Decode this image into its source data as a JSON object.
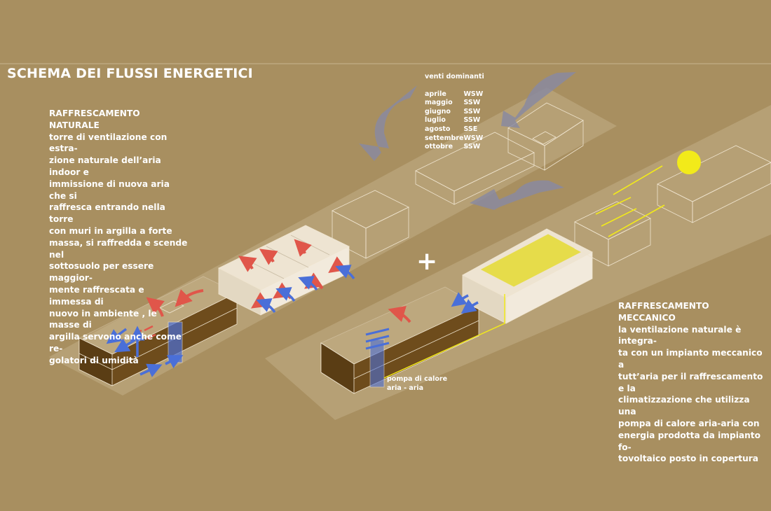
{
  "title": "SCHEMA DEI FLUSSI ENERGETICI",
  "natural": {
    "heading": "RAFFRESCAMENTO NATURALE",
    "lines": [
      "torre di ventilazione con estra-",
      "zione naturale dell’aria indoor e",
      "immissione di nuova aria che si",
      "raffresca entrando nella torre",
      "con  muri in argilla a forte",
      "massa, si raffredda e scende nel",
      "sottosuolo per essere maggior-",
      "mente raffrescata e immessa di",
      "nuovo in ambiente , le masse di",
      "argilla servono anche come re-",
      "golatori di umidità"
    ]
  },
  "mechanical": {
    "heading": "RAFFRESCAMENTO MECCANICO",
    "lines": [
      "la ventilazione naturale è integra-",
      "ta con un impianto meccanico a",
      "tutt’aria per il raffrescamento e la",
      "climatizzazione che utilizza una",
      "pompa di calore aria-aria con",
      "energia prodotta da impianto fo-",
      "tovoltaico posto in copertura"
    ]
  },
  "winds": {
    "heading": "venti dominanti",
    "rows": [
      {
        "month": "aprile",
        "dir": "WSW"
      },
      {
        "month": "maggio",
        "dir": "SSW"
      },
      {
        "month": "giugno",
        "dir": "SSW"
      },
      {
        "month": "luglio",
        "dir": "SSW"
      },
      {
        "month": "agosto",
        "dir": "SSE"
      },
      {
        "month": "settembre",
        "dir": "WSW"
      },
      {
        "month": "ottobre",
        "dir": "SSW"
      }
    ]
  },
  "pump_label": {
    "line1": "pompa di calore",
    "line2": "aria - aria"
  },
  "plus_sign": "+",
  "colors": {
    "background": "#a88f60",
    "strip": "#bda77d",
    "clay": "#6e4c1c",
    "cool_air": "#4a6fd8",
    "warm_air": "#e0564a",
    "sun": "#f2ea1a",
    "solar_panels": "#e6dc3c",
    "wind_arrow": "#8a8aa0"
  }
}
